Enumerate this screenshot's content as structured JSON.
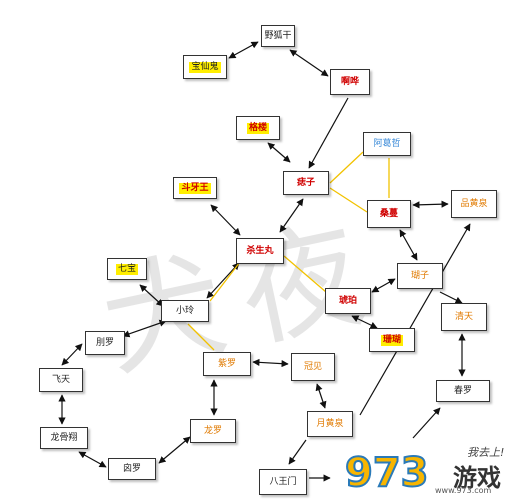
{
  "nodes": {
    "yehuagan": {
      "label": "野狐干",
      "color": "black"
    },
    "baoxianzhu": {
      "label": "宝仙鬼",
      "color": "black",
      "highlight": "yellow"
    },
    "ahua": {
      "label": "啊哗",
      "color": "red"
    },
    "gelou": {
      "label": "格楼",
      "color": "red",
      "highlight": "yellow"
    },
    "agezhe": {
      "label": "阿葛哲",
      "color": "blue"
    },
    "douyawang": {
      "label": "斗牙王",
      "color": "red",
      "highlight": "yellow"
    },
    "zhizi": {
      "label": "痣子",
      "color": "red"
    },
    "sangmo": {
      "label": "桑蔓",
      "color": "red"
    },
    "pinhuangquan": {
      "label": "品黄泉",
      "color": "orange"
    },
    "shashengwan": {
      "label": "杀生丸",
      "color": "red"
    },
    "qibao": {
      "label": "七宝",
      "color": "black",
      "highlight": "yellow"
    },
    "huzi": {
      "label": "瑚子",
      "color": "orange"
    },
    "xiaoling": {
      "label": "小玲",
      "color": "black"
    },
    "hupo": {
      "label": "琥珀",
      "color": "red"
    },
    "qingtian": {
      "label": "清天",
      "color": "orange"
    },
    "shanluo": {
      "label": "刖罗",
      "color": "black"
    },
    "shanhu": {
      "label": "珊瑚",
      "color": "red",
      "highlight": "yellow"
    },
    "feitian": {
      "label": "飞天",
      "color": "black"
    },
    "ziluo": {
      "label": "紫罗",
      "color": "orange"
    },
    "guanjian": {
      "label": "冠见",
      "color": "orange"
    },
    "meiluo": {
      "label": "春罗",
      "color": "black"
    },
    "longxianglang": {
      "label": "龙骨翔",
      "color": "black"
    },
    "longluo": {
      "label": "龙罗",
      "color": "orange"
    },
    "yuehuangquan": {
      "label": "月黄泉",
      "color": "orange"
    },
    "jiuluo": {
      "label": "囟罗",
      "color": "black"
    },
    "bajiaomen": {
      "label": "八王门",
      "color": "black"
    }
  },
  "watermark": "犬夜",
  "logo": {
    "number": "973",
    "name": "游戏",
    "slogan": "我去上!",
    "site": "www.973.com"
  },
  "colors": {
    "arrow": "#111111",
    "link_yellow": "#f2c200",
    "red": "#d00000",
    "orange": "#e07a00",
    "blue": "#3a8ad8",
    "highlight": "#ffee00"
  }
}
